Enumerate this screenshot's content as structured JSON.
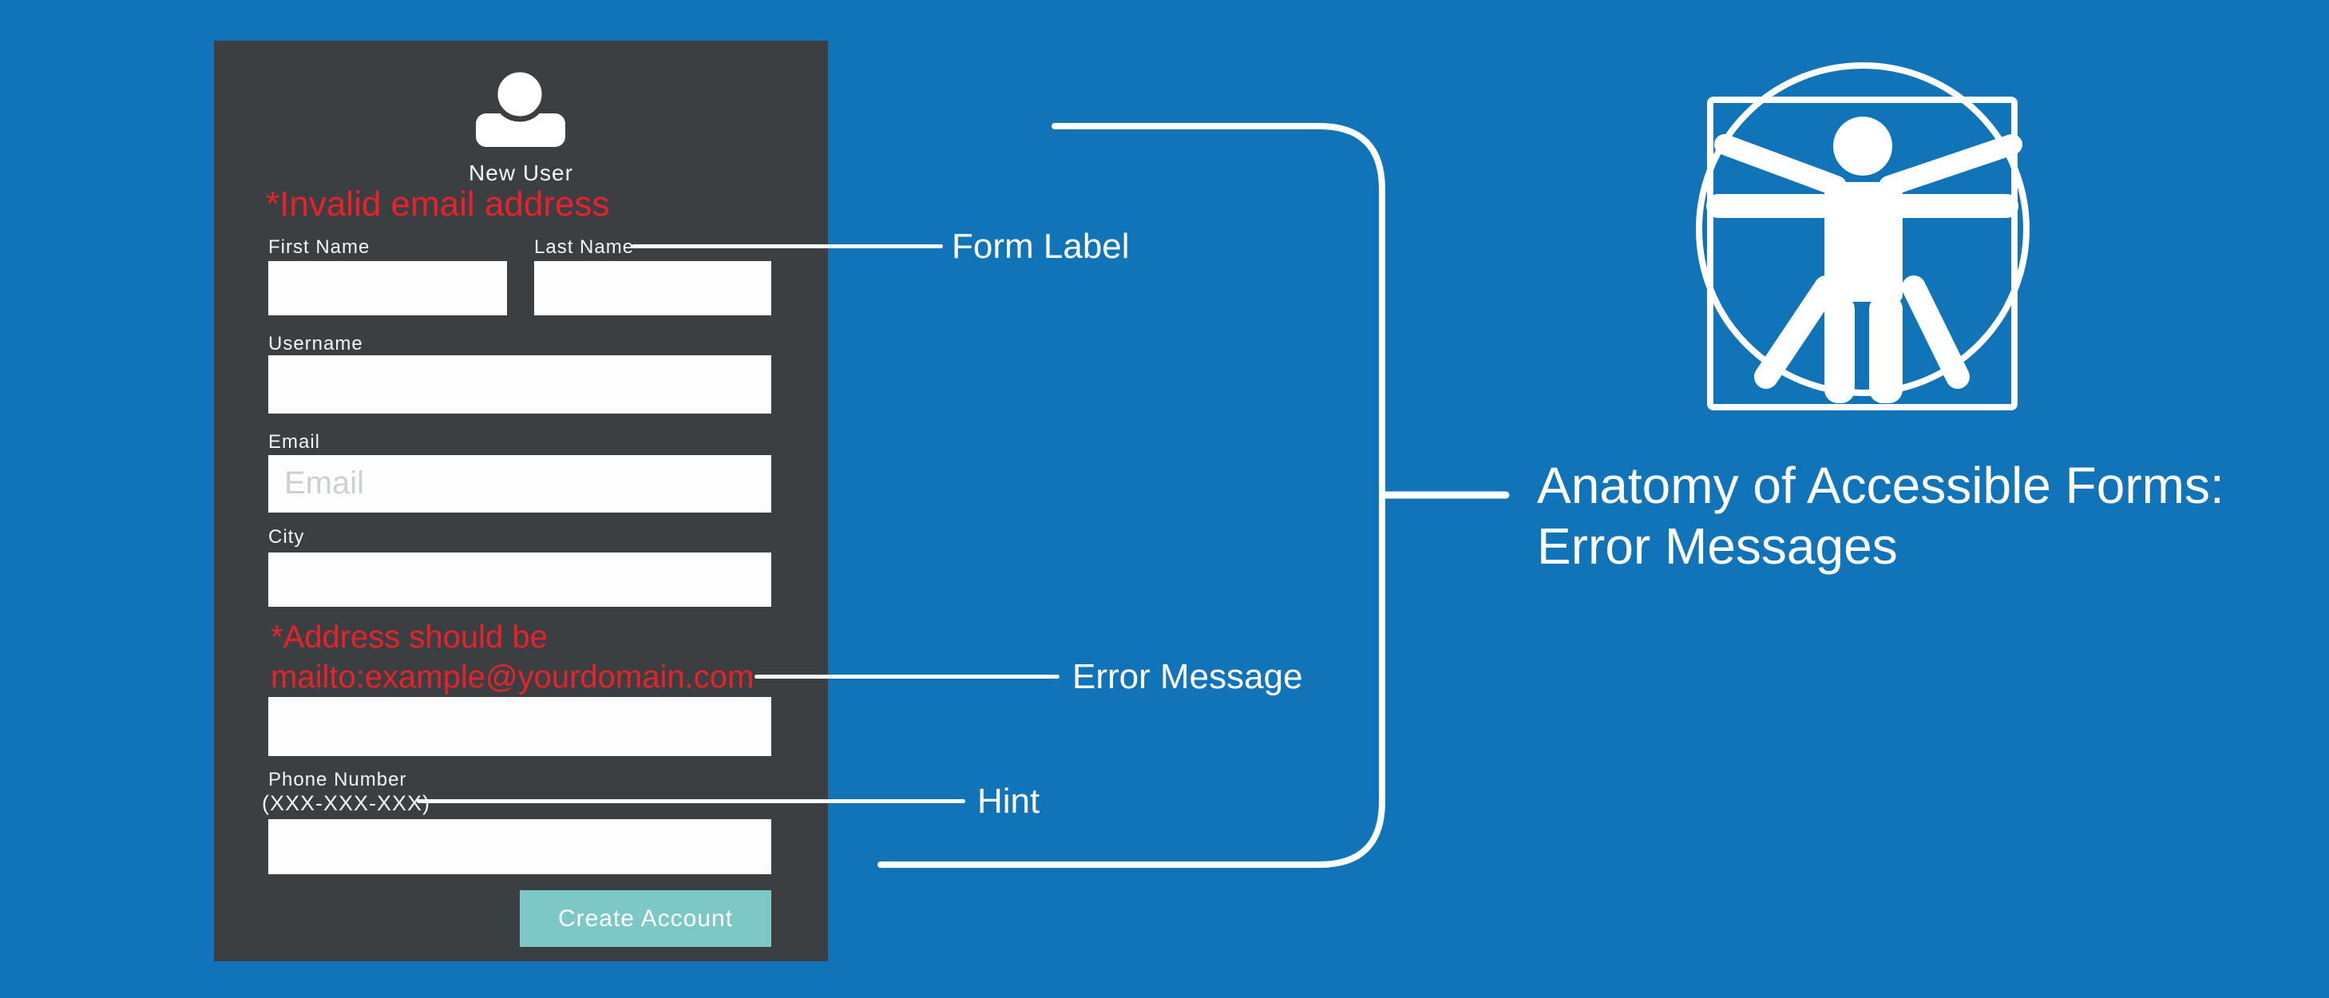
{
  "title": {
    "line1": "Anatomy of Accessible Forms:",
    "line2": "Error Messages"
  },
  "annotations": {
    "form_label": "Form Label",
    "error_message": "Error Message",
    "hint": "Hint"
  },
  "form": {
    "header": "New User",
    "top_error": "*Invalid email address",
    "first_name_label": "First Name",
    "last_name_label": "Last Name",
    "username_label": "Username",
    "email_label": "Email",
    "email_placeholder": "Email",
    "city_label": "City",
    "address_error_line1": "*Address should be",
    "address_error_line2": "mailto:example@yourdomain.com",
    "phone_label": "Phone Number",
    "phone_hint": "(XXX-XXX-XXX)",
    "submit_label": "Create Account"
  },
  "icons": {
    "user": "user-icon",
    "vitruvian_man": "vitruvian-man-icon"
  },
  "colors": {
    "background": "#1274b8",
    "card": "#3b3f41",
    "error_red": "#e8222b",
    "button_teal": "#7dc7c6",
    "placeholder_gray": "#cdd0d1",
    "line_white": "#ffffff"
  }
}
